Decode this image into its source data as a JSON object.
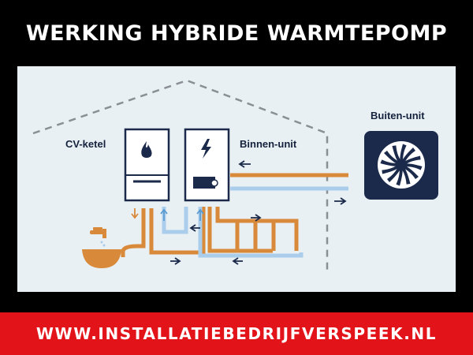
{
  "header": {
    "title": "WERKING HYBRIDE WARMTEPOMP"
  },
  "diagram": {
    "labels": {
      "cv_ketel": "CV-ketel",
      "binnen_unit": "Binnen-unit",
      "buiten_unit": "Buiten-unit"
    },
    "icons": {
      "cv_ketel": "flame-icon",
      "binnen_unit": "lightning-icon",
      "buiten_unit": "fan-icon",
      "tap": "tap-icon",
      "basin": "basin-icon",
      "house": "house-outline",
      "radiator": "underfloor-heating-icon"
    },
    "colors": {
      "warm_pipe": "#d8893a",
      "cold_pipe": "#a9cdea",
      "navy": "#1b2a4a",
      "background": "#e9f0f3",
      "house_outline": "#8a8f96"
    }
  },
  "footer": {
    "url": "WWW.INSTALLATIEBEDRIJFVERSPEEK.NL"
  }
}
